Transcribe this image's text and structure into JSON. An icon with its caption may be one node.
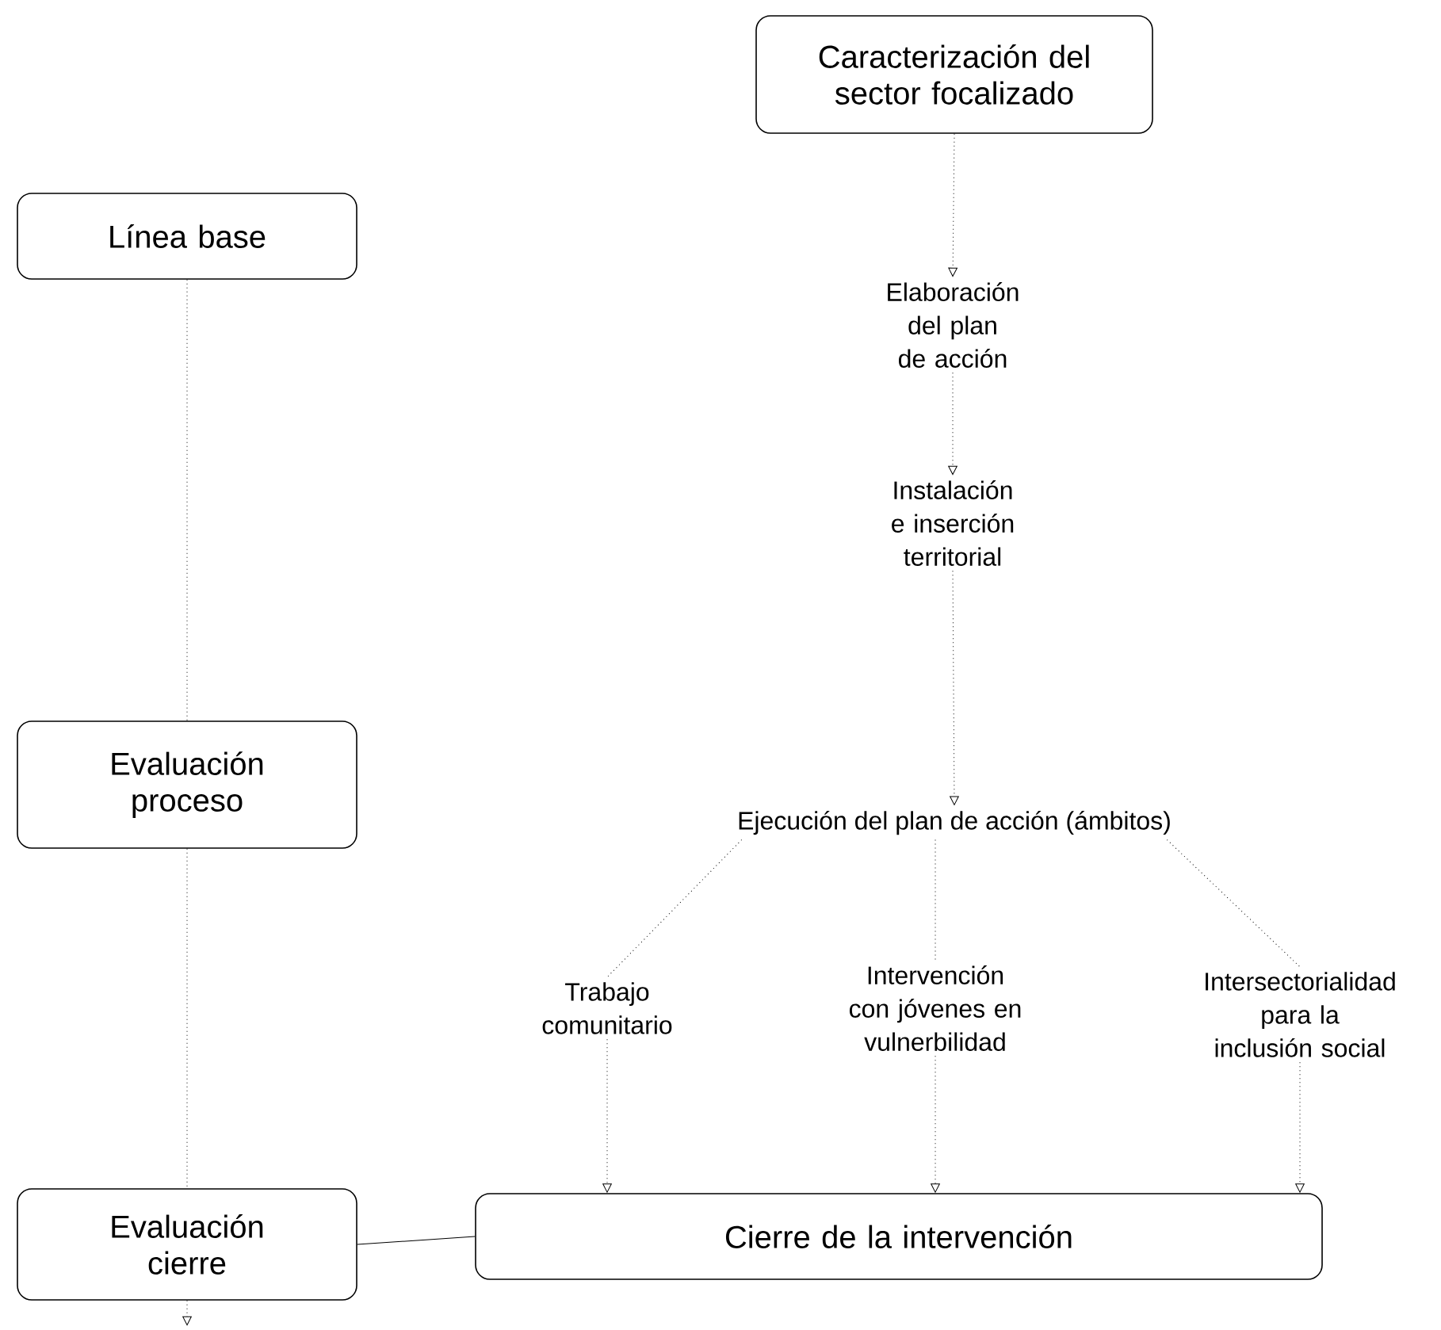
{
  "diagram": {
    "nodes": [
      {
        "text": [
          "Caracterización del sector focalizado"
        ]
      },
      {
        "text": [
          "Línea base"
        ]
      },
      {
        "text": [
          "Elaboración del plan de acción"
        ]
      },
      {
        "text": [
          "Instalación e inserción territorial"
        ]
      },
      {
        "text": [
          "Evaluación proceso"
        ]
      },
      {
        "text": [
          "Ejecución del plan de acción (ámbitos)"
        ]
      },
      {
        "text": [
          "Trabajo comunitario"
        ]
      },
      {
        "text": [
          "Intervención con jóvenes en vulnerbilidad"
        ]
      },
      {
        "text": [
          "Intersectorialidad para la inclusión social"
        ]
      },
      {
        "text": [
          "Evaluación cierre"
        ]
      },
      {
        "text": [
          "Cierre de la intervención"
        ]
      }
    ],
    "edges": [
      {
        "from": 0,
        "to": 2,
        "arrow": "to",
        "style": "dashed"
      },
      {
        "from": 2,
        "to": 3,
        "arrow": "to",
        "style": "dashed"
      },
      {
        "from": 3,
        "to": 5,
        "arrow": "to",
        "style": "dashed"
      },
      {
        "from": 5,
        "to": 6,
        "arrow": "none",
        "style": "dashed"
      },
      {
        "from": 5,
        "to": 7,
        "arrow": "none",
        "style": "dashed"
      },
      {
        "from": 5,
        "to": 8,
        "arrow": "none",
        "style": "dashed"
      },
      {
        "from": 6,
        "to": 10,
        "arrow": "to",
        "style": "dashed"
      },
      {
        "from": 7,
        "to": 10,
        "arrow": "to",
        "style": "dashed"
      },
      {
        "from": 8,
        "to": 10,
        "arrow": "to",
        "style": "dashed"
      },
      {
        "from": 1,
        "to": 4,
        "arrow": "none",
        "style": "dashed"
      },
      {
        "from": 4,
        "to": 9,
        "arrow": "none",
        "style": "dashed"
      },
      {
        "from": 9,
        "to": 10,
        "arrow": "none"
      },
      {
        "from": 9,
        "to": null,
        "arrow": "to",
        "style": "dashed"
      }
    ]
  }
}
